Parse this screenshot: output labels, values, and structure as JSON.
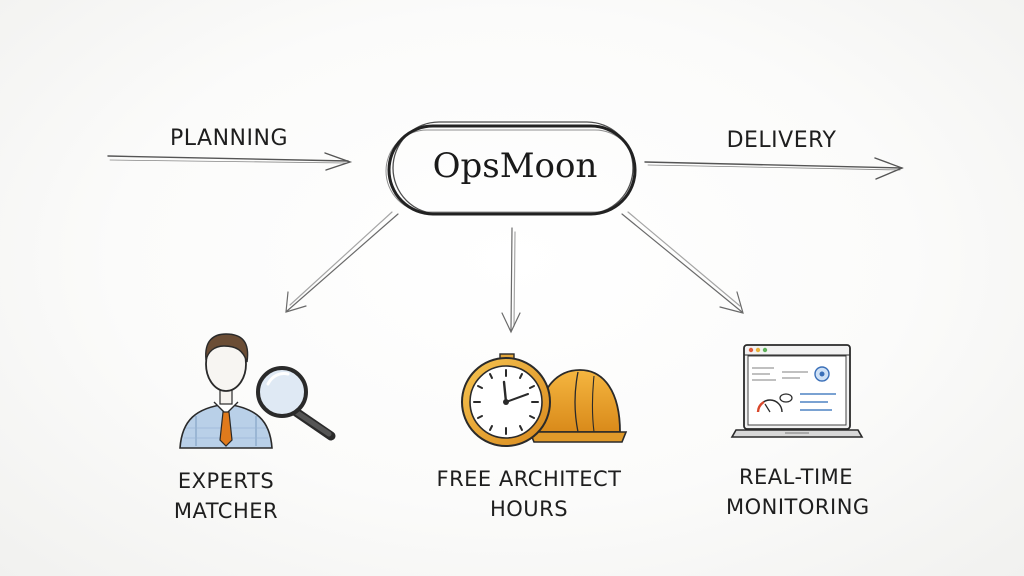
{
  "hub": {
    "label": "OpsMoon"
  },
  "flow": {
    "left": "PLANNING",
    "right": "DELIVERY"
  },
  "nodes": [
    {
      "line1": "EXPERTS",
      "line2": "MATCHER",
      "icon": "expert-search-icon"
    },
    {
      "line1": "FREE ARCHITECT",
      "line2": "HOURS",
      "icon": "clock-hardhat-icon"
    },
    {
      "line1": "REAL-TIME",
      "line2": "MONITORING",
      "icon": "laptop-dashboard-icon"
    }
  ],
  "colors": {
    "ink": "#2a2a2a",
    "accent": "#e8a52c",
    "tie": "#e07a1c",
    "shirt": "#b9d0e8"
  }
}
